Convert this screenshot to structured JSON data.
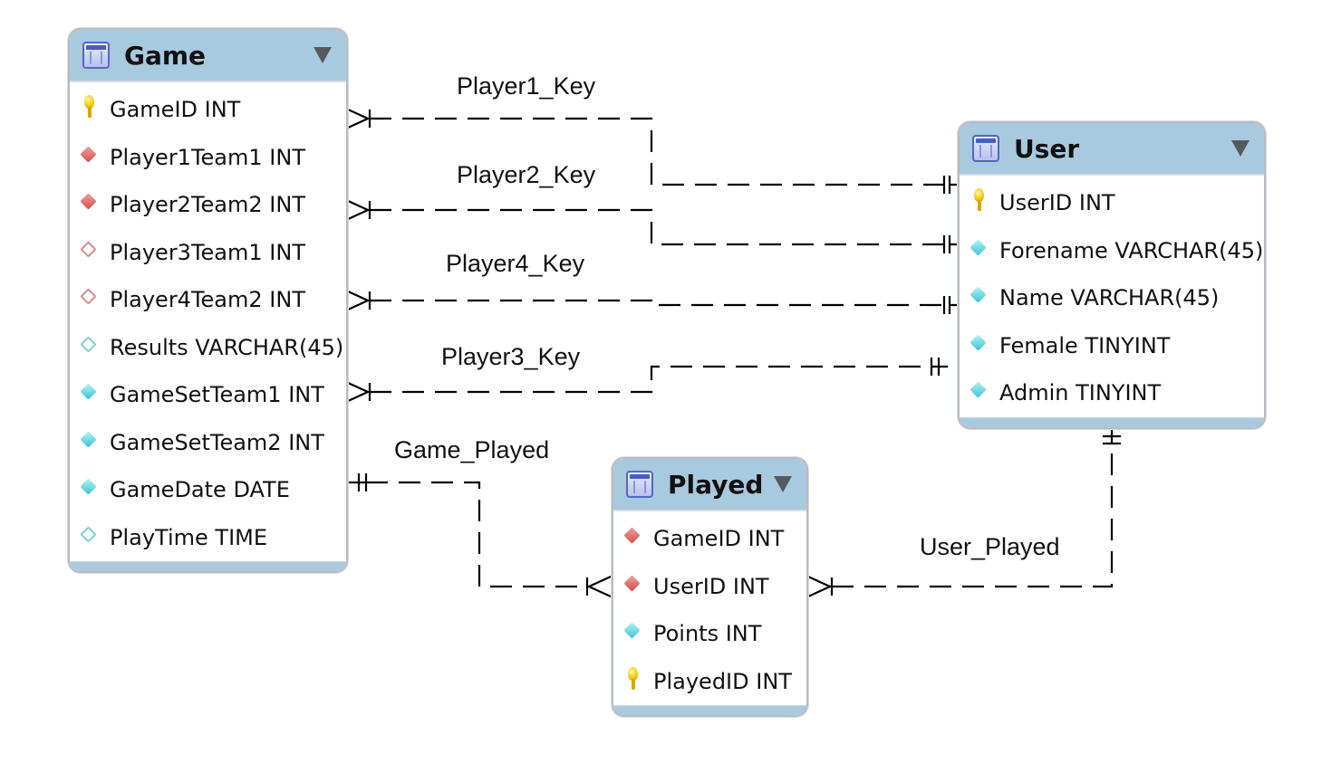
{
  "entities": {
    "game": {
      "title": "Game",
      "columns": [
        {
          "label": "GameID INT",
          "icon": "primary-key-icon"
        },
        {
          "label": "Player1Team1 INT",
          "icon": "foreign-key-icon"
        },
        {
          "label": "Player2Team2 INT",
          "icon": "foreign-key-icon"
        },
        {
          "label": "Player3Team1 INT",
          "icon": "nullable-foreign-key-icon"
        },
        {
          "label": "Player4Team2 INT",
          "icon": "nullable-foreign-key-icon"
        },
        {
          "label": "Results VARCHAR(45)",
          "icon": "nullable-column-icon"
        },
        {
          "label": "GameSetTeam1 INT",
          "icon": "column-icon"
        },
        {
          "label": "GameSetTeam2 INT",
          "icon": "column-icon"
        },
        {
          "label": "GameDate DATE",
          "icon": "column-icon"
        },
        {
          "label": "PlayTime TIME",
          "icon": "nullable-column-icon"
        }
      ]
    },
    "user": {
      "title": "User",
      "columns": [
        {
          "label": "UserID INT",
          "icon": "primary-key-icon"
        },
        {
          "label": "Forename VARCHAR(45)",
          "icon": "column-icon"
        },
        {
          "label": "Name VARCHAR(45)",
          "icon": "column-icon"
        },
        {
          "label": "Female TINYINT",
          "icon": "column-icon"
        },
        {
          "label": "Admin TINYINT",
          "icon": "column-icon"
        }
      ]
    },
    "played": {
      "title": "Played",
      "columns": [
        {
          "label": "GameID INT",
          "icon": "foreign-key-icon"
        },
        {
          "label": "UserID INT",
          "icon": "foreign-key-icon"
        },
        {
          "label": "Points INT",
          "icon": "column-icon"
        },
        {
          "label": "PlayedID INT",
          "icon": "primary-key-icon"
        }
      ]
    }
  },
  "relationships": {
    "player1_key": "Player1_Key",
    "player2_key": "Player2_Key",
    "player4_key": "Player4_Key",
    "player3_key": "Player3_Key",
    "game_played": "Game_Played",
    "user_played": "User_Played"
  },
  "colors": {
    "header": "#a9c9df",
    "foreign_key": "#d24c4c",
    "column": "#38c2d2",
    "primary_key": "#f0c400"
  }
}
